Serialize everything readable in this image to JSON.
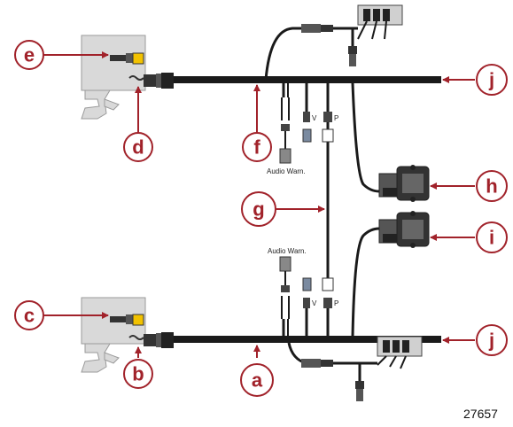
{
  "callouts": {
    "a": "a",
    "b": "b",
    "c": "c",
    "d": "d",
    "e": "e",
    "f": "f",
    "g": "g",
    "h": "h",
    "i": "i",
    "j_top": "j",
    "j_bottom": "j"
  },
  "labels": {
    "audio_warn_top": "Audio Warn.",
    "audio_warn_bottom": "Audio Warn.",
    "pin_v_top": "V",
    "pin_p_top": "P",
    "pin_v_bottom": "V",
    "pin_p_bottom": "P"
  },
  "figure_number": "27657",
  "colors": {
    "callout": "#a1222a",
    "cable": "#1a1a1a",
    "engine": "#d9d9d9"
  }
}
